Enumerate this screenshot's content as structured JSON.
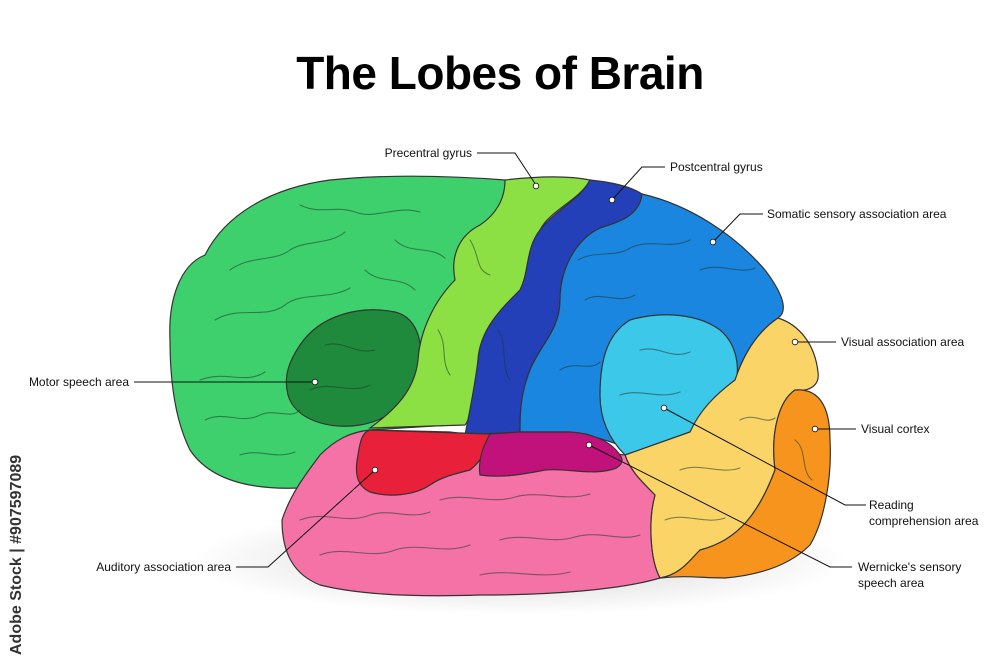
{
  "title": "The Lobes of Brain",
  "watermark": "Adobe Stock | #907597089",
  "colors": {
    "frontal": "#3fd06e",
    "motor_speech": "#1f8a3c",
    "precentral": "#8de043",
    "postcentral": "#2440b8",
    "somatic": "#1a86e0",
    "reading": "#3cc8e8",
    "visual_association": "#fbd468",
    "visual_cortex": "#f7941d",
    "temporal": "#f472a6",
    "auditory": "#e8203a",
    "wernicke": "#c0127a"
  },
  "labels": {
    "precentral": "Precentral gyrus",
    "postcentral": "Postcentral gyrus",
    "somatic": "Somatic sensory association area",
    "visual_association": "Visual association area",
    "visual_cortex": "Visual cortex",
    "reading_1": "Reading",
    "reading_2": "comprehension area",
    "wernicke_1": "Wernicke's sensory",
    "wernicke_2": "speech area",
    "auditory": "Auditory association area",
    "motor_speech": "Motor speech area"
  }
}
